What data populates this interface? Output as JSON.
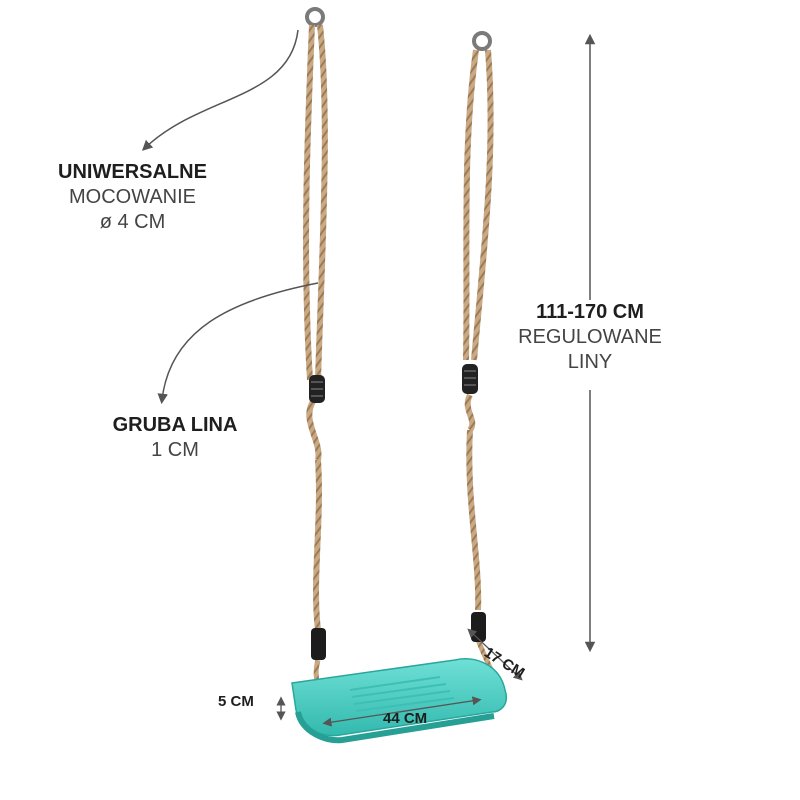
{
  "annotations": {
    "attachment": {
      "title": "UNIWERSALNE",
      "line1": "MOCOWANIE",
      "line2": "ø 4 CM"
    },
    "rope": {
      "title": "GRUBA LINA",
      "line1": "1 CM"
    },
    "length": {
      "title": "111-170 CM",
      "line1": "REGULOWANE",
      "line2": "LINY"
    }
  },
  "dimensions": {
    "height": "5 CM",
    "width": "44 CM",
    "depth": "17 CM"
  },
  "colors": {
    "seat": "#4fd3c8",
    "rope": "#c9a884",
    "text": "#2b2b2b",
    "arrow": "#555555"
  }
}
